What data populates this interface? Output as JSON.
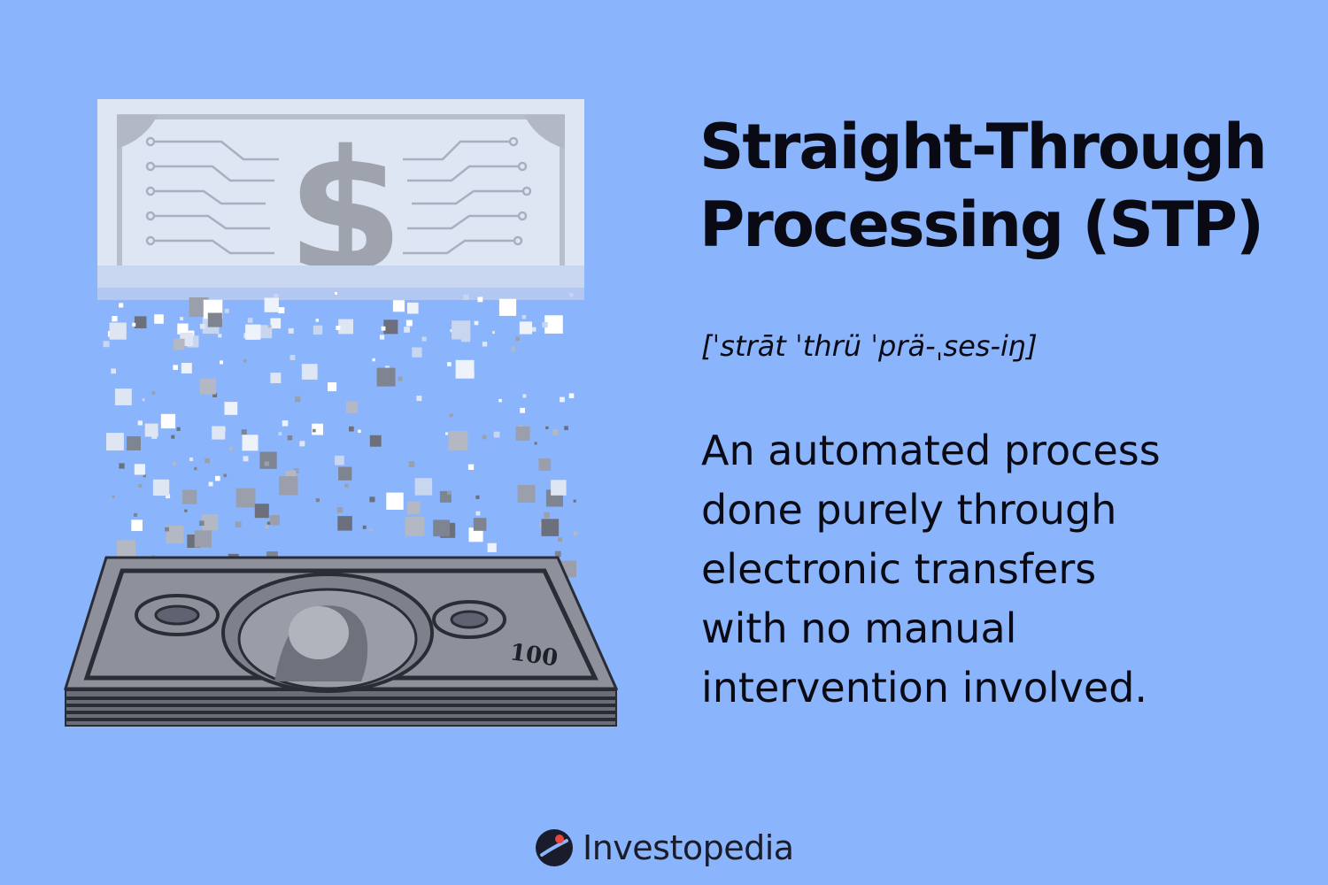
{
  "title_lines": [
    "Straight-Through",
    "Processing (STP)"
  ],
  "pronunciation": "[ˈstrāt ˈthrü ˈprä-ˌses-iŋ]",
  "definition_lines": [
    "An automated process",
    "done purely through",
    "electronic transfers",
    "with no manual",
    "intervention involved."
  ],
  "brand": {
    "name": "Investopedia",
    "icon": "investopedia-logo-icon"
  },
  "illustration": {
    "banknote_denomination": "100",
    "top_symbol": "$",
    "icons": [
      "digital-dollar-bill-icon",
      "pixel-particles",
      "banknote-stack-icon"
    ]
  },
  "colors": {
    "background": "#8ab4fc",
    "text": "#0a0a14",
    "logo_accent": "#e8453c"
  }
}
